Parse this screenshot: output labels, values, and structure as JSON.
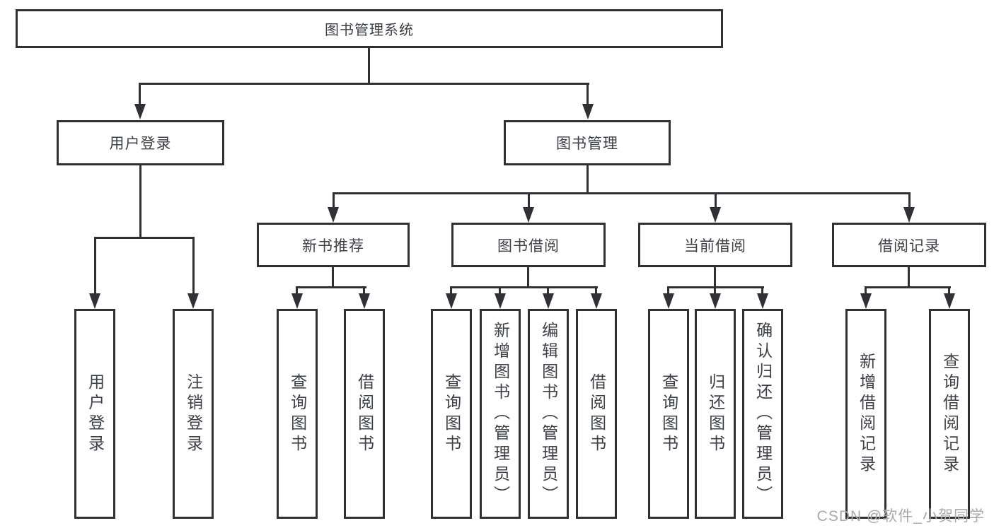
{
  "tree": {
    "label": "图书管理系统",
    "children": [
      {
        "label": "用户登录",
        "children": [
          {
            "label": "用户登录"
          },
          {
            "label": "注销登录"
          }
        ]
      },
      {
        "label": "图书管理",
        "children": [
          {
            "label": "新书推荐",
            "children": [
              {
                "label": "查询图书"
              },
              {
                "label": "借阅图书"
              }
            ]
          },
          {
            "label": "图书借阅",
            "children": [
              {
                "label": "查询图书"
              },
              {
                "label": "新增图书（管理员）"
              },
              {
                "label": "编辑图书（管理员）"
              },
              {
                "label": "借阅图书"
              }
            ]
          },
          {
            "label": "当前借阅",
            "children": [
              {
                "label": "查询图书"
              },
              {
                "label": "归还图书"
              },
              {
                "label": "确认归还（管理员）"
              }
            ]
          },
          {
            "label": "借阅记录",
            "children": [
              {
                "label": "新增借阅记录"
              },
              {
                "label": "查询借阅记录"
              }
            ]
          }
        ]
      }
    ]
  },
  "watermark": "CSDN @软件_小贺同学",
  "colors": {
    "line": "#2f3134",
    "text": "#3d4045",
    "watermark": "#a9a9a9",
    "box_background": "#ffffff",
    "page_background": "#ffffff"
  }
}
